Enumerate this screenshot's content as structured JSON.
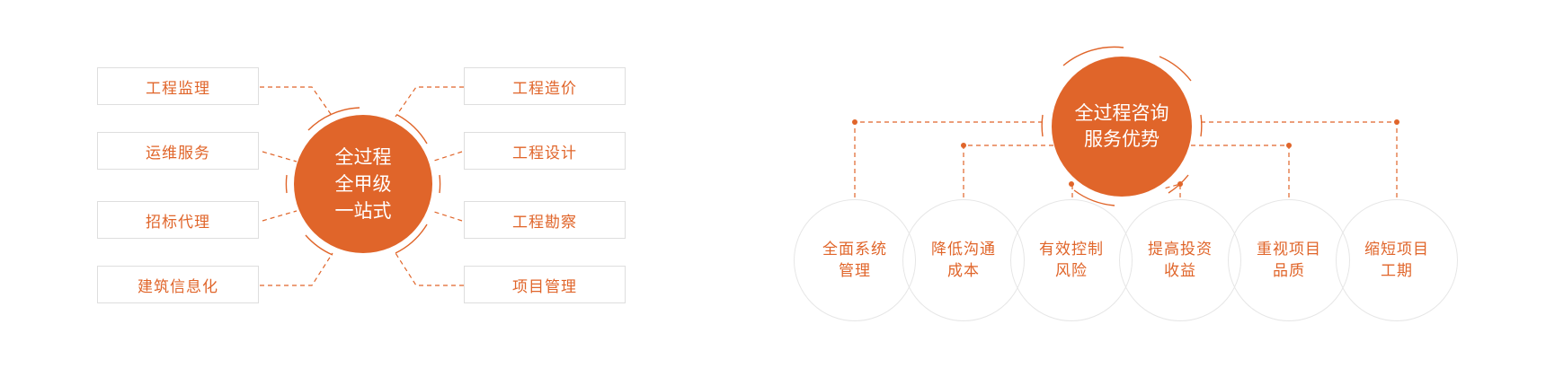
{
  "left_diagram": {
    "center": {
      "lines": [
        "全过程",
        "全甲级",
        "一站式"
      ]
    },
    "left_items": [
      "工程监理",
      "运维服务",
      "招标代理",
      "建筑信息化"
    ],
    "right_items": [
      "工程造价",
      "工程设计",
      "工程勘察",
      "项目管理"
    ]
  },
  "right_diagram": {
    "center": {
      "lines": [
        "全过程咨询",
        "服务优势"
      ]
    },
    "advantages": [
      {
        "lines": [
          "全面系统",
          "管理"
        ]
      },
      {
        "lines": [
          "降低沟通",
          "成本"
        ]
      },
      {
        "lines": [
          "有效控制",
          "风险"
        ]
      },
      {
        "lines": [
          "提高投资",
          "收益"
        ]
      },
      {
        "lines": [
          "重视项目",
          "品质"
        ]
      },
      {
        "lines": [
          "缩短项目",
          "工期"
        ]
      }
    ]
  },
  "colors": {
    "accent": "#e0652a",
    "border": "#dedede",
    "circle_border": "#e6e6e6"
  }
}
